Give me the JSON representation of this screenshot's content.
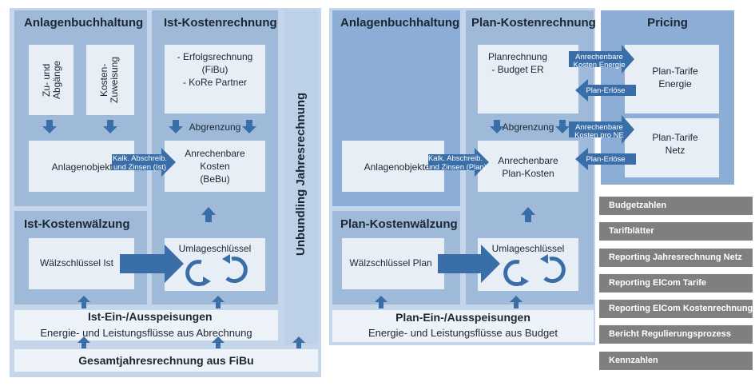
{
  "left": {
    "anlagen_title": "Anlagenbuchhaltung",
    "zu_abgaenge": "Zu- und\nAbgänge",
    "kosten_zuweisung": "Kosten-\nZuweisung",
    "anlagenobjekte": "Anlagenobjekte",
    "ist_kosten_title": "Ist-Kostenrechnung",
    "erfolgsrechnung_1": "- Erfolgsrechnung",
    "erfolgsrechnung_2": "(FiBu)",
    "kore": "- KoRe Partner",
    "abgrenzung": "Abgrenzung",
    "kalk_1": "Kalk. Abschreib.",
    "kalk_2": "und Zinsen (Ist)",
    "anrechenbare_1": "Anrechenbare",
    "anrechenbare_2": "Kosten",
    "anrechenbare_3": "(BeBu)",
    "kostenwaelzung_title": "Ist-Kostenwälzung",
    "waelzschluessel": "Wälzschlüssel Ist",
    "umlage": "Umlageschlüssel",
    "ein_aus_title": "Ist-Ein-/Ausspeisungen",
    "ein_aus_sub": "Energie- und Leistungsflüsse aus Abrechnung",
    "gesamt": "Gesamtjahresrechnung aus FiBu"
  },
  "unbundling": "Unbundling Jahresrechnung",
  "right": {
    "anlagen_title": "Anlagenbuchhaltung",
    "anlagenobjekte": "Anlagenobjekte",
    "kalk_1": "Kalk. Abschreib.",
    "kalk_2": "und Zinsen (Plan)",
    "plan_kosten_title": "Plan-Kostenrechnung",
    "planrechnung_1": "Planrechnung",
    "planrechnung_2": "- Budget ER",
    "abgrenzung": "Abgrenzung",
    "anrechenbare_1": "Anrechenbare",
    "anrechenbare_2": "Plan-Kosten",
    "kostenwaelzung_title": "Plan-Kostenwälzung",
    "waelzschluessel": "Wälzschlüssel  Plan",
    "umlage": "Umlageschlüssel",
    "ein_aus_title": "Plan-Ein-/Ausspeisungen",
    "ein_aus_sub": "Energie- und Leistungsflüsse aus Budget"
  },
  "pricing": {
    "title": "Pricing",
    "anr_energie_1": "Anrechenbare",
    "anr_energie_2": "Kosten Energie",
    "plan_erloese_1": "Plan-Erlöse",
    "tarife_energie_1": "Plan-Tarife",
    "tarife_energie_2": "Energie",
    "anr_ne_1": "Anrechenbare",
    "anr_ne_2": "Kosten pro NE",
    "plan_erloese_2": "Plan-Erlöse",
    "tarife_netz_1": "Plan-Tarife",
    "tarife_netz_2": "Netz"
  },
  "reports": [
    "Budgetzahlen",
    "Tarifblätter",
    "Reporting Jahresrechnung Netz",
    "Reporting ElCom Tarife",
    "Reporting ElCom Kostenrechnung",
    "Bericht Regulierungsprozess",
    "Kennzahlen"
  ],
  "colors": {
    "arrow": "#3a6ea8",
    "panel_light": "#c6d6ea",
    "panel_dark": "#8caed6",
    "report_gray": "#7f7f7f"
  }
}
